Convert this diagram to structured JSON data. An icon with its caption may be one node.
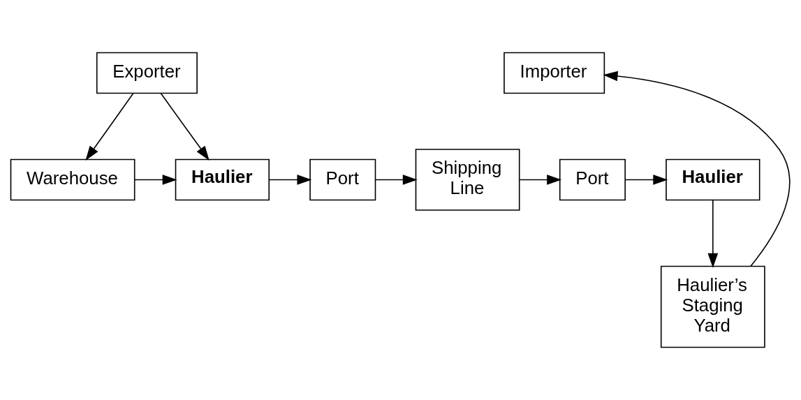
{
  "diagram": {
    "nodes": [
      {
        "text": [
          "Exporter"
        ]
      },
      {
        "text": [
          "Warehouse"
        ]
      },
      {
        "text": [
          "Haulier"
        ]
      },
      {
        "text": [
          "Port"
        ]
      },
      {
        "text": [
          "Shipping Line"
        ]
      },
      {
        "text": [
          "Port"
        ]
      },
      {
        "text": [
          "Haulier"
        ]
      },
      {
        "text": [
          "Haulier’s Staging Yard"
        ]
      },
      {
        "text": [
          "Importer"
        ]
      }
    ],
    "edges": [
      {
        "from": 0,
        "to": 1,
        "arrow": "to"
      },
      {
        "from": 0,
        "to": 2,
        "arrow": "to"
      },
      {
        "from": 1,
        "to": 2,
        "arrow": "to"
      },
      {
        "from": 2,
        "to": 3,
        "arrow": "to"
      },
      {
        "from": 3,
        "to": 4,
        "arrow": "to"
      },
      {
        "from": 4,
        "to": 5,
        "arrow": "to"
      },
      {
        "from": 5,
        "to": 6,
        "arrow": "to"
      },
      {
        "from": 6,
        "to": 7,
        "arrow": "to"
      },
      {
        "from": 7,
        "to": 8,
        "arrow": "to"
      }
    ]
  }
}
